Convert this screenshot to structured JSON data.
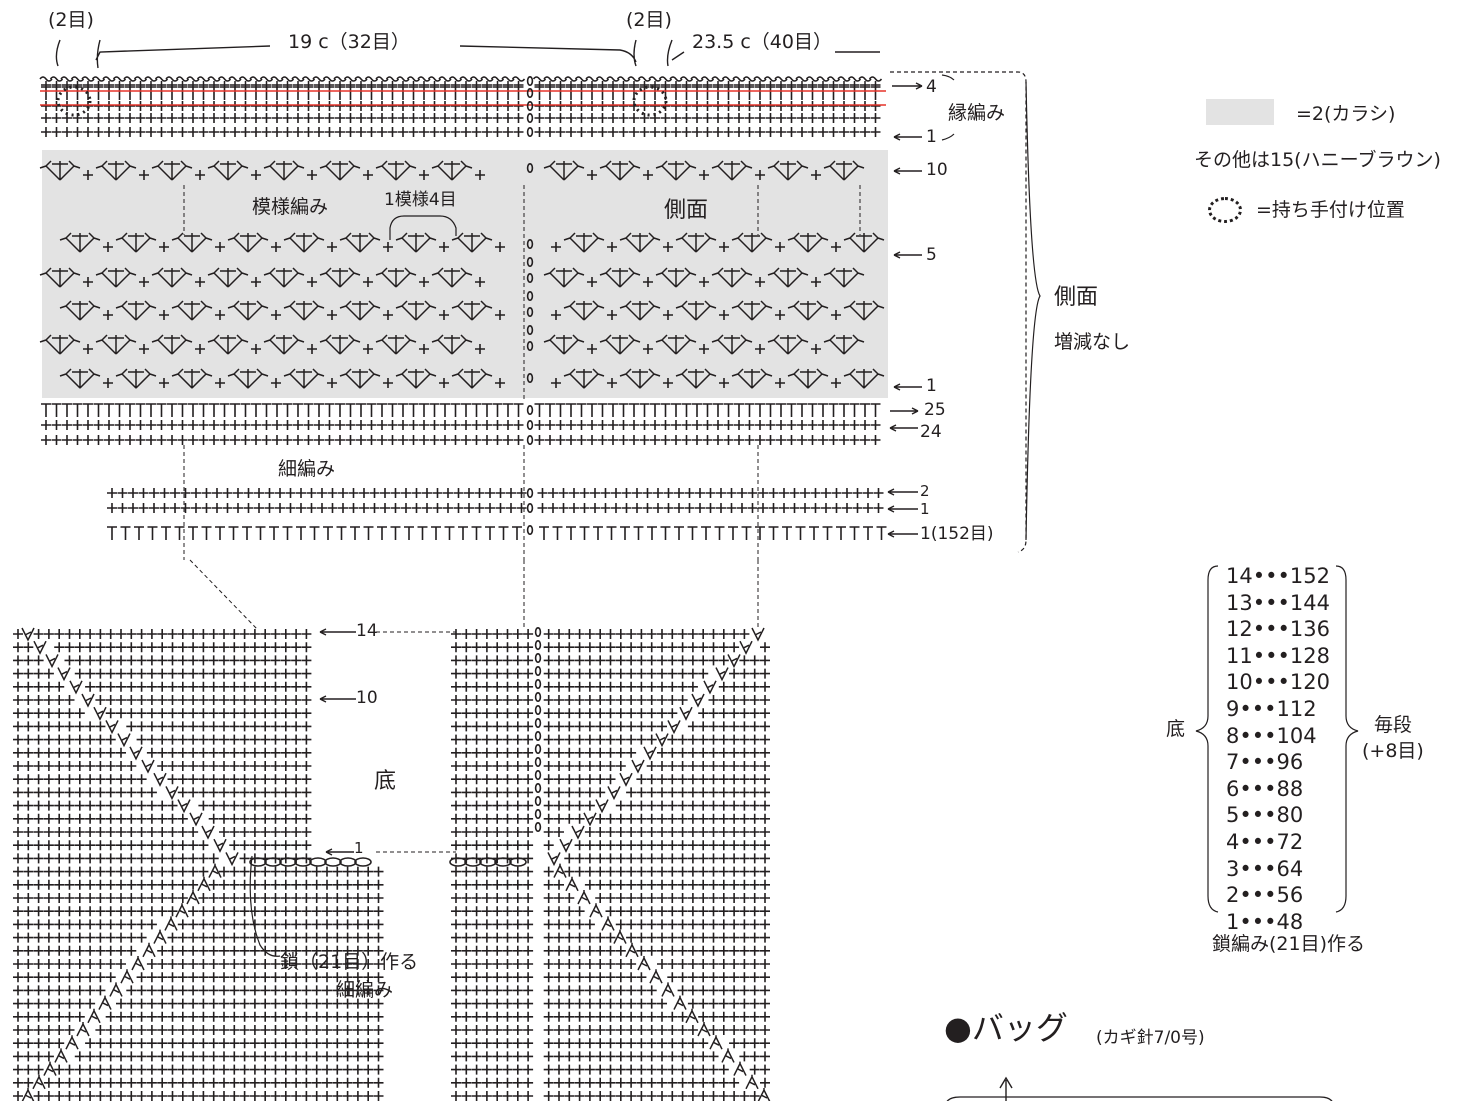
{
  "colors": {
    "ink": "#231f20",
    "panel_gray": "#e3e3e3",
    "accent_red": "#e5332a"
  },
  "top": {
    "left_handle_note": "(2目)",
    "left_width_note": "19 c（32目）",
    "right_handle_note": "(2目)",
    "right_width_note": "23.5 c（40目）"
  },
  "side_chart": {
    "edge_label": "縁編み",
    "pattern_label": "模様編み",
    "repeat_label": "1模様4目",
    "panel_label": "側面",
    "sc_label": "細編み",
    "row_markers": [
      {
        "id": "r4",
        "text": "4"
      },
      {
        "id": "r1a",
        "text": "1"
      },
      {
        "id": "r10",
        "text": "10"
      },
      {
        "id": "r5",
        "text": "5"
      },
      {
        "id": "r1b",
        "text": "1"
      },
      {
        "id": "r25",
        "text": "25"
      },
      {
        "id": "r24",
        "text": "24"
      },
      {
        "id": "r2",
        "text": "2"
      },
      {
        "id": "r1c",
        "text": "1"
      },
      {
        "id": "r1d",
        "text": "1(152目)"
      }
    ],
    "brace_label": "側面",
    "brace_note": "増減なし"
  },
  "legend": {
    "swatch_text": "=2(カラシ)",
    "other_text": "その他は15(ハニーブラウン)",
    "handle_text": "=持ち手付け位置"
  },
  "bottom_chart": {
    "panel_label": "底",
    "row14": "14",
    "row10": "10",
    "row1": "1",
    "chain_note": "鎖（21目）作る",
    "chain_note_2": "細編み"
  },
  "count_table": {
    "label": "底",
    "rows": [
      "14•••152",
      "13•••144",
      "12•••136",
      "11•••128",
      "10•••120",
      "9•••112",
      "8•••104",
      "7•••96",
      "6•••88",
      "5•••80",
      "4•••72",
      "3•••64",
      "2•••56",
      "1•••48"
    ],
    "increase_label": "毎段",
    "increase_value": "(+8目)",
    "foot_note": "鎖編み(21目)作る"
  },
  "bag_title": {
    "name": "●バッグ",
    "hook": "(カギ針7/0号)"
  }
}
